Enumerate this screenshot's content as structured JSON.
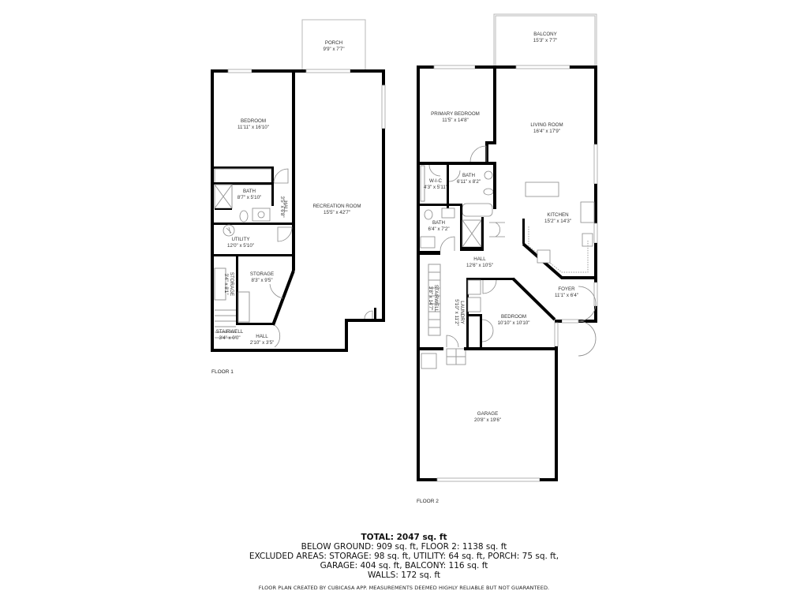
{
  "floor1": {
    "label": "FLOOR 1",
    "rooms": {
      "porch": {
        "name": "PORCH",
        "dims": "9'9\" x 7'7\""
      },
      "bedroom": {
        "name": "BEDROOM",
        "dims": "11'11\" x 16'10\""
      },
      "bath": {
        "name": "BATH",
        "dims": "8'7\" x 5'10\""
      },
      "hall_vertical": {
        "name": "HALL",
        "dims": "3'5\" x 6'8\""
      },
      "recreation_room": {
        "name": "RECREATION ROOM",
        "dims": "15'5\" x 42'7\""
      },
      "utility": {
        "name": "UTILITY",
        "dims": "12'0\" x 5'10\""
      },
      "storage_vertical": {
        "name": "STORAGE",
        "dims": "3'4\" x 8'1\""
      },
      "storage": {
        "name": "STORAGE",
        "dims": "8'3\" x 9'5\""
      },
      "stairwell": {
        "name": "STAIRWELL",
        "dims": "3'4\" x 0'0\""
      },
      "hall": {
        "name": "HALL",
        "dims": "2'10\" x 3'5\""
      }
    }
  },
  "floor2": {
    "label": "FLOOR 2",
    "rooms": {
      "balcony": {
        "name": "BALCONY",
        "dims": "15'3\" x 7'7\""
      },
      "primary_bedroom": {
        "name": "PRIMARY BEDROOM",
        "dims": "11'5\" x 14'8\""
      },
      "living_room": {
        "name": "LIVING ROOM",
        "dims": "16'4\" x 17'9\""
      },
      "wic": {
        "name": "W-I-C",
        "dims": "4'3\" x 5'11\""
      },
      "bath_primary": {
        "name": "BATH",
        "dims": "6'11\" x 8'2\""
      },
      "kitchen": {
        "name": "KITCHEN",
        "dims": "15'2\" x 14'3\""
      },
      "bath": {
        "name": "BATH",
        "dims": "6'4\" x 7'2\""
      },
      "hall": {
        "name": "HALL",
        "dims": "12'6\" x 10'5\""
      },
      "stairwell": {
        "name": "STAIRWELL",
        "dims": "3'8\" x 14'7\""
      },
      "laundry": {
        "name": "LAUNDRY",
        "dims": "5'10\" x 11'2\""
      },
      "bedroom": {
        "name": "BEDROOM",
        "dims": "10'10\" x 10'10\""
      },
      "foyer": {
        "name": "FOYER",
        "dims": "11'1\" x 6'4\""
      },
      "garage": {
        "name": "GARAGE",
        "dims": "20'8\" x 19'6\""
      }
    }
  },
  "summary": {
    "total": "TOTAL: 2047 sq. ft",
    "line1": "BELOW GROUND: 909 sq. ft, FLOOR 2: 1138 sq. ft",
    "line2": "EXCLUDED AREAS: STORAGE: 98 sq. ft, UTILITY: 64 sq. ft, PORCH: 75 sq. ft,",
    "line3": "GARAGE: 404 sq. ft, BALCONY: 116 sq. ft",
    "line4": "WALLS: 172 sq. ft"
  },
  "disclaimer": "FLOOR PLAN CREATED BY CUBICASA APP. MEASUREMENTS DEEMED HIGHLY RELIABLE BUT NOT GUARANTEED."
}
